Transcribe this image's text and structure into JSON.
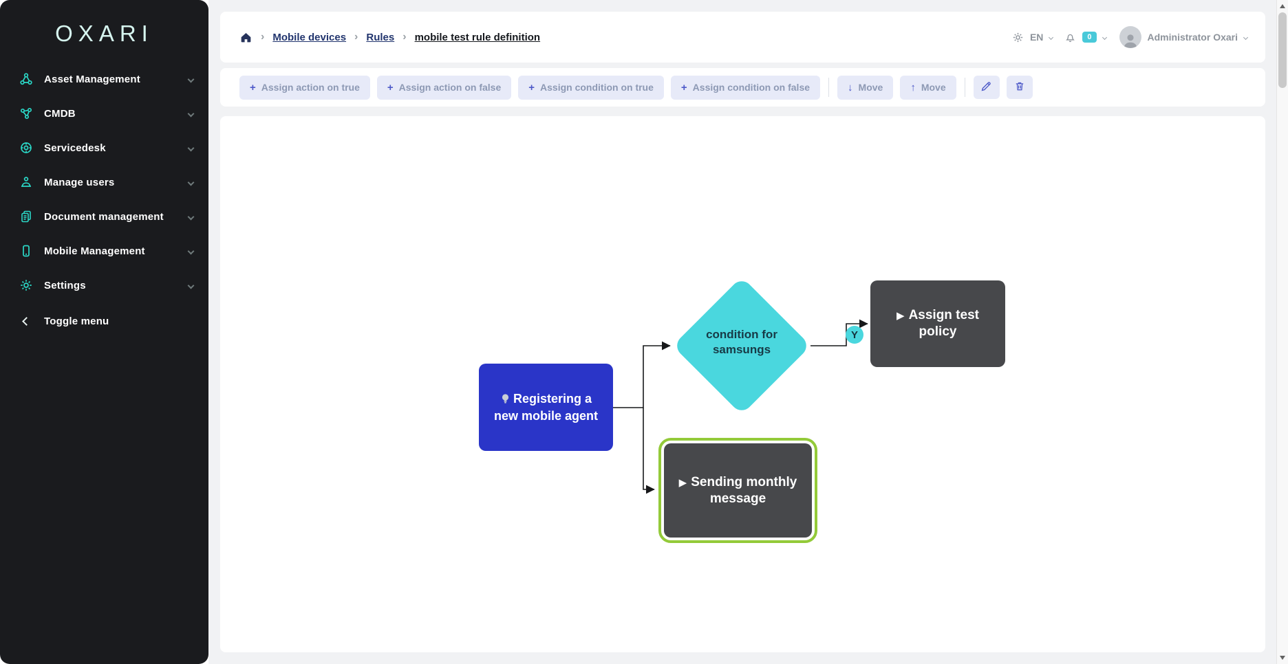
{
  "app": {
    "logo": "OXARI"
  },
  "sidebar": {
    "items": [
      {
        "label": "Asset Management"
      },
      {
        "label": "CMDB"
      },
      {
        "label": "Servicedesk"
      },
      {
        "label": "Manage users"
      },
      {
        "label": "Document management"
      },
      {
        "label": "Mobile Management"
      },
      {
        "label": "Settings"
      }
    ],
    "toggle_label": "Toggle menu"
  },
  "header": {
    "breadcrumb": [
      "Mobile devices",
      "Rules",
      "mobile test rule definition"
    ],
    "language": "EN",
    "notifications": "0",
    "user": "Administrator Oxari"
  },
  "toolbar": {
    "assign_action_true": "Assign action on true",
    "assign_action_false": "Assign action on false",
    "assign_condition_true": "Assign condition on true",
    "assign_condition_false": "Assign condition on false",
    "move_down": "Move",
    "move_up": "Move"
  },
  "diagram": {
    "nodes": {
      "start": "Registering a new mobile agent",
      "condition": "condition for samsungs",
      "action_true": "Assign test policy",
      "action_selected": "Sending monthly message"
    },
    "labels": {
      "yes": "Y"
    }
  },
  "icons": {
    "plus": "+",
    "arrow_down": "↓",
    "arrow_up": "↑",
    "play": "▶",
    "separator": "›"
  },
  "colors": {
    "sidebar_bg": "#1A1B1E",
    "accent_teal": "#2BD9C8",
    "node_blue": "#2A35C8",
    "condition_cyan": "#4AD7DE",
    "node_gray": "#47484B",
    "selection_green": "#93CA39",
    "toolbar_button_bg": "#E7EAF8",
    "toolbar_button_text": "#8D99B4",
    "badge_cyan": "#49C9D9"
  }
}
